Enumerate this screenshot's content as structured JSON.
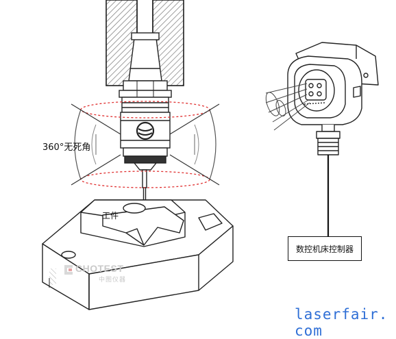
{
  "labels": {
    "rotation": "360°无死角",
    "workpiece": "工件",
    "controller": "数控机床控制器"
  },
  "watermark": "laserfair. com",
  "logo": {
    "brand": "CHOTEST",
    "subtitle": "中图仪器"
  },
  "colors": {
    "line": "#222222",
    "dashed_ring": "#e03030",
    "watermark": "#2f6fd6",
    "logo": "#c9c9c9"
  },
  "icons": {
    "logo_mark": "chotest-logo-mark"
  }
}
